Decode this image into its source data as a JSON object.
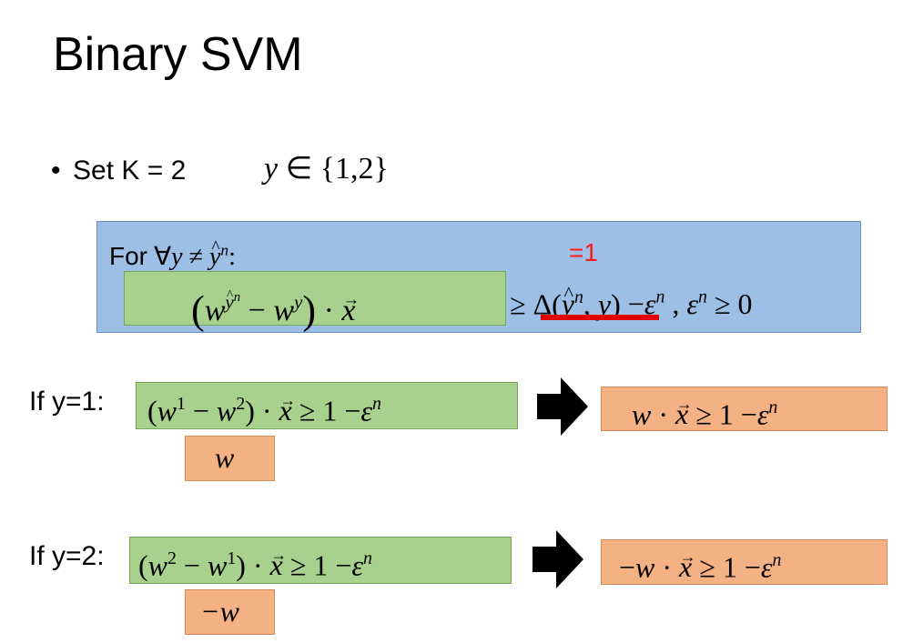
{
  "title": "Binary SVM",
  "bullet": {
    "symbol": "•",
    "text": "Set K = 2",
    "math": "y ∈ {1,2}"
  },
  "constraint_box": {
    "for_label": "For",
    "for_math": "∀y ≠ ŷⁿ:",
    "green_expr": "(w^ŷⁿ − w^y) · x⃗",
    "rhs_geq": "≥",
    "delta_term": "Δ(ŷⁿ, y)",
    "rhs_rest": "−εⁿ , εⁿ ≥ 0",
    "annotation": "=1",
    "annotation_color": "#ff1a1a"
  },
  "case1": {
    "label": "If y=1:",
    "green_expr": "(w¹ − w²) · x⃗ ≥ 1 −εⁿ",
    "salmon_expr": "w · x⃗ ≥ 1 −εⁿ",
    "substitution": "w"
  },
  "case2": {
    "label": "If y=2:",
    "green_expr": "(w² − w¹) · x⃗ ≥ 1 −εⁿ",
    "salmon_expr": "−w · x⃗ ≥ 1 −εⁿ",
    "substitution": "−w"
  },
  "icons": {
    "arrow": "right-arrow-icon"
  },
  "colors": {
    "blue_box": "#9dbfe6",
    "green_box": "#a9d18e",
    "salmon_box": "#f4b183",
    "underline": "#e10000"
  }
}
